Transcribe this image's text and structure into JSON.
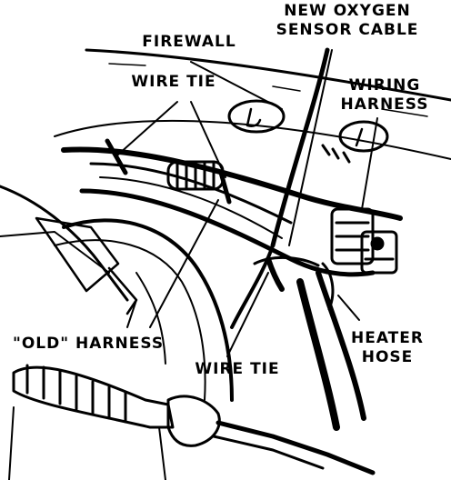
{
  "labels": {
    "new_oxygen_sensor_cable": [
      "NEW OXYGEN",
      "SENSOR CABLE"
    ],
    "firewall": "FIREWALL",
    "wire_tie_top": "WIRE TIE",
    "wiring_harness": [
      "WIRING",
      "HARNESS"
    ],
    "old_harness": "\"OLD\" HARNESS",
    "wire_tie_bottom": "WIRE TIE",
    "heater_hose": [
      "HEATER",
      "HOSE"
    ]
  },
  "colors": {
    "ink": "#000000",
    "paper": "#ffffff"
  }
}
